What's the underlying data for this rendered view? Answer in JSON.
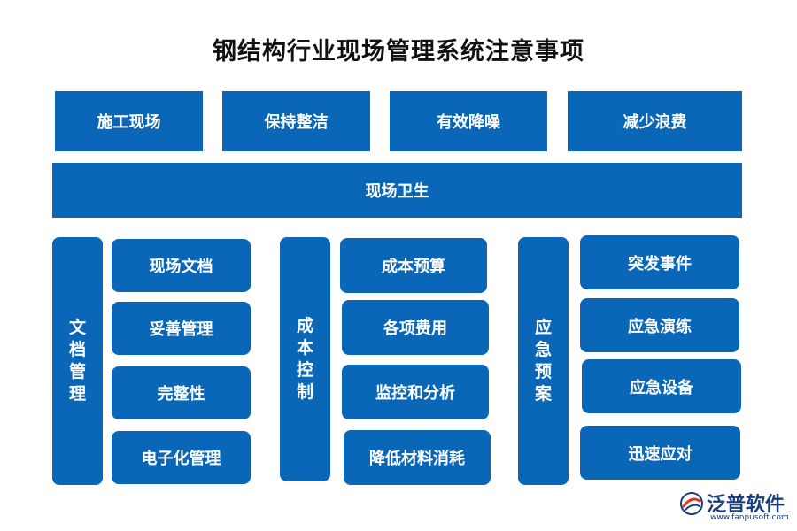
{
  "title": "钢结构行业现场管理系统注意事项",
  "top_row": [
    "施工现场",
    "保持整洁",
    "有效降噪",
    "减少浪费"
  ],
  "banner": "现场卫生",
  "groups": [
    {
      "label": "文档管理",
      "label_chars": [
        "文",
        "档",
        "管",
        "理"
      ],
      "items": [
        "现场文档",
        "妥善管理",
        "完整性",
        "电子化管理"
      ]
    },
    {
      "label": "成本控制",
      "label_chars": [
        "成",
        "本",
        "控",
        "制"
      ],
      "items": [
        "成本预算",
        "各项费用",
        "监控和分析",
        "降低材料消耗"
      ]
    },
    {
      "label": "应急预案",
      "label_chars": [
        "应",
        "急",
        "预",
        "案"
      ],
      "items": [
        "突发事件",
        "应急演练",
        "应急设备",
        "迅速应对"
      ]
    }
  ],
  "logo": {
    "name": "泛普软件",
    "url": "www.fanpusoft.com"
  },
  "colors": {
    "box": "#0A67B8",
    "text": "#FFFFFF",
    "title": "#111111"
  }
}
